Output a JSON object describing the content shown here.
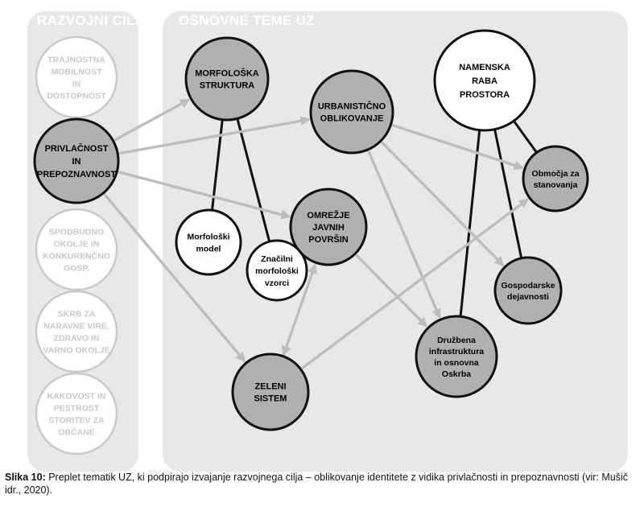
{
  "panels": {
    "left_title": "RAZVOJNI CILJI",
    "right_title": "OSNOVNE TEME UZ"
  },
  "goals": [
    {
      "id": "g1",
      "lines": [
        "TRAJNOSTNA",
        "MOBILNOST",
        "IN",
        "DOSTOPNOST"
      ],
      "active": false
    },
    {
      "id": "g2",
      "lines": [
        "PRIVLAČNOST",
        "IN",
        "PREPOZNAVNOST"
      ],
      "active": true
    },
    {
      "id": "g3",
      "lines": [
        "SPODBUDNO",
        "OKOLJE IN",
        "KONKURENČNO",
        "GOSP."
      ],
      "active": false
    },
    {
      "id": "g4",
      "lines": [
        "SKRB ZA",
        "NARAVNE VIRE,",
        "ZDRAVO IN",
        "VARNO OKOLJE"
      ],
      "active": false
    },
    {
      "id": "g5",
      "lines": [
        "KAKOVOST IN",
        "PESTROST",
        "STORITEV ZA",
        "OBČANE"
      ],
      "active": false
    }
  ],
  "themes": [
    {
      "id": "morf",
      "lines": [
        "MORFOLOŠKA",
        "STRUKTURA"
      ],
      "style": "grey"
    },
    {
      "id": "urb",
      "lines": [
        "URBANISTIČNO",
        "OBLIKOVANJE"
      ],
      "style": "grey"
    },
    {
      "id": "nam",
      "lines": [
        "NAMENSKA",
        "RABA",
        "PROSTORA"
      ],
      "style": "white"
    },
    {
      "id": "omr",
      "lines": [
        "OMREŽJE",
        "JAVNIH",
        "POVRŠIN"
      ],
      "style": "grey"
    },
    {
      "id": "zel",
      "lines": [
        "ZELENI",
        "SISTEM"
      ],
      "style": "grey"
    }
  ],
  "subtopics": [
    {
      "id": "model",
      "lines": [
        "Morfološki",
        "model"
      ],
      "style": "white"
    },
    {
      "id": "vzorci",
      "lines": [
        "Značilni",
        "morfološki",
        "vzorci"
      ],
      "style": "white"
    },
    {
      "id": "stan",
      "lines": [
        "Območja za",
        "stanovanja"
      ],
      "style": "grey"
    },
    {
      "id": "gosp",
      "lines": [
        "Gospodarske",
        "dejavnosti"
      ],
      "style": "grey"
    },
    {
      "id": "druzb",
      "lines": [
        "Družbena",
        "infrastruktura",
        "in osnovna",
        "Oskrba"
      ],
      "style": "grey"
    }
  ],
  "arrows": [
    {
      "from": "g2",
      "to": "morf"
    },
    {
      "from": "g2",
      "to": "urb"
    },
    {
      "from": "g2",
      "to": "omr"
    },
    {
      "from": "g2",
      "to": "zel"
    },
    {
      "from": "urb",
      "to": "stan"
    },
    {
      "from": "urb",
      "to": "gosp"
    },
    {
      "from": "urb",
      "to": "druzb"
    },
    {
      "from": "omr",
      "to": "druzb"
    },
    {
      "from": "zel",
      "to": "omr",
      "bidirectional": true
    },
    {
      "from": "zel",
      "to": "stan"
    }
  ],
  "links": [
    {
      "from": "morf",
      "to": "model"
    },
    {
      "from": "morf",
      "to": "vzorci"
    },
    {
      "from": "nam",
      "to": "stan"
    },
    {
      "from": "nam",
      "to": "gosp"
    },
    {
      "from": "nam",
      "to": "druzb"
    }
  ],
  "caption": {
    "label": "Slika 10:",
    "text": " Preplet tematik UZ, ki podpirajo izvajanje razvojnega cilja – oblikovanje identitete z vidika privlačnosti in prepoznavnosti (vir: Mušič idr., 2020)."
  },
  "colors": {
    "panel": "#e8e8e8",
    "grey_node": "#b0b0b0",
    "white_node": "#ffffff",
    "inactive_text": "#c8c8c8",
    "arrow": "#bdbdbd",
    "link": "#111111"
  }
}
